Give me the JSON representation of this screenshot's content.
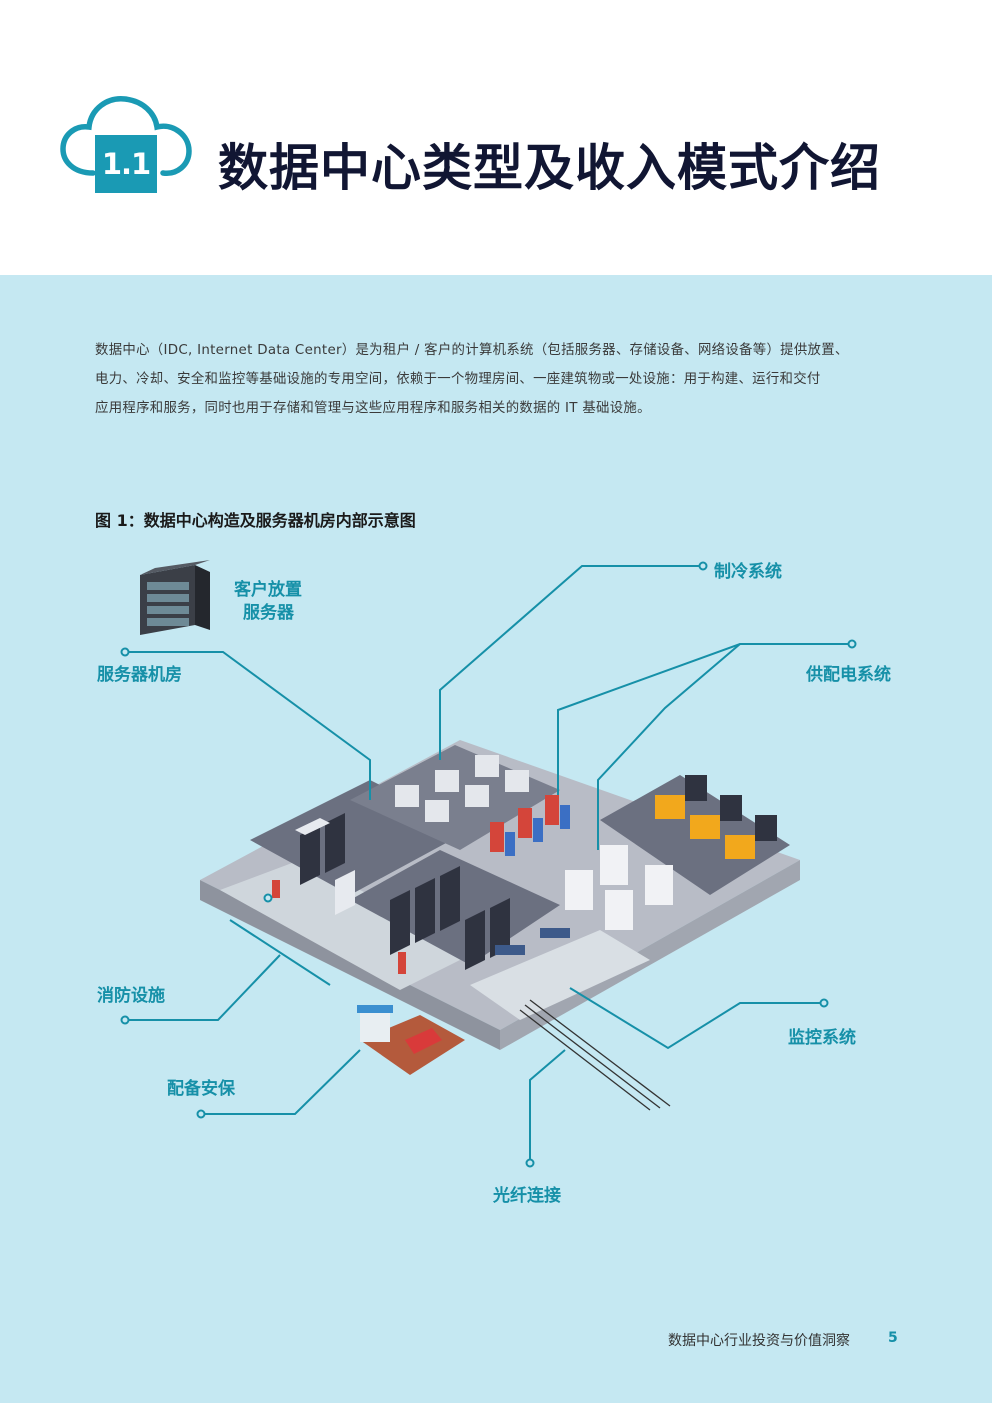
{
  "section": {
    "number": "1.1",
    "title": "数据中心类型及收入模式介绍"
  },
  "intro_lines": [
    "数据中心（IDC, Internet Data Center）是为租户 / 客户的计算机系统（包括服务器、存储设备、网络设备等）提供放置、",
    "电力、冷却、安全和监控等基础设施的专用空间，依赖于一个物理房间、一座建筑物或一处设施：用于构建、运行和交付",
    "应用程序和服务，同时也用于存储和管理与这些应用程序和服务相关的数据的 IT 基础设施。"
  ],
  "figure": {
    "caption": "图 1：数据中心构造及服务器机房内部示意图",
    "labels": {
      "customer_server_1": "客户放置",
      "customer_server_2": "服务器",
      "server_room": "服务器机房",
      "cooling": "制冷系统",
      "power": "供配电系统",
      "fire": "消防设施",
      "security": "配备安保",
      "monitoring": "监控系统",
      "fiber": "光纤连接"
    }
  },
  "footer": {
    "text": "数据中心行业投资与价值洞察",
    "page": "5"
  },
  "colors": {
    "accent": "#1a9ab4",
    "title": "#111633",
    "background": "#c5e8f2"
  }
}
